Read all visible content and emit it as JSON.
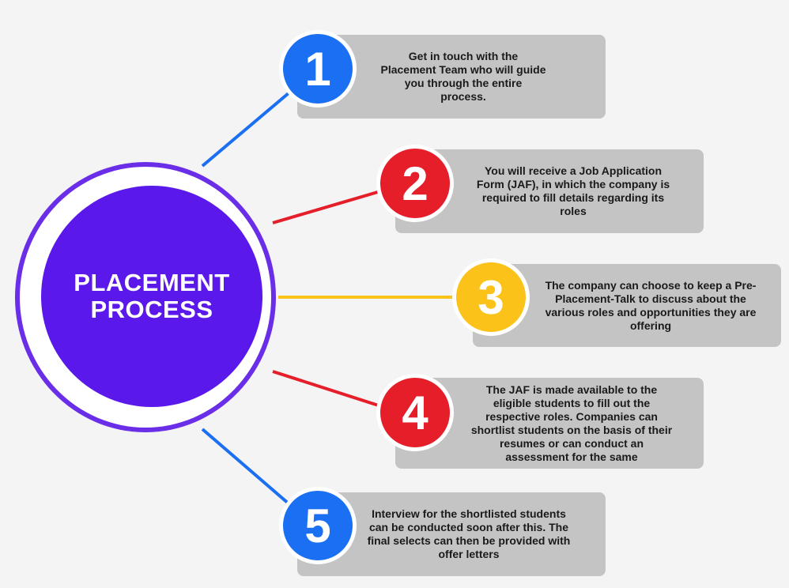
{
  "hub": {
    "title": "PLACEMENT PROCESS"
  },
  "colors": {
    "blue": "#1a6ff2",
    "red": "#e51e2a",
    "yellow": "#fbc31a",
    "purple": "#5b18ea",
    "box": "#c4c4c4"
  },
  "steps": [
    {
      "number": "1",
      "color": "blue",
      "text": "Get in touch with the Placement Team who will guide you through the entire process."
    },
    {
      "number": "2",
      "color": "red",
      "text": "You will receive a Job Application Form (JAF), in which the company is required to fill details regarding its roles"
    },
    {
      "number": "3",
      "color": "yellow",
      "text": "The company can choose to keep a Pre-Placement-Talk to discuss about the various roles and opportunities they are offering"
    },
    {
      "number": "4",
      "color": "red",
      "text": "The JAF is made available to the eligible students to fill out the respective roles. Companies can shortlist students on the basis of their resumes or can conduct an assessment for the same"
    },
    {
      "number": "5",
      "color": "blue",
      "text": "Interview for the shortlisted students can be conducted soon after this. The final selects can then be provided with offer letters"
    }
  ]
}
